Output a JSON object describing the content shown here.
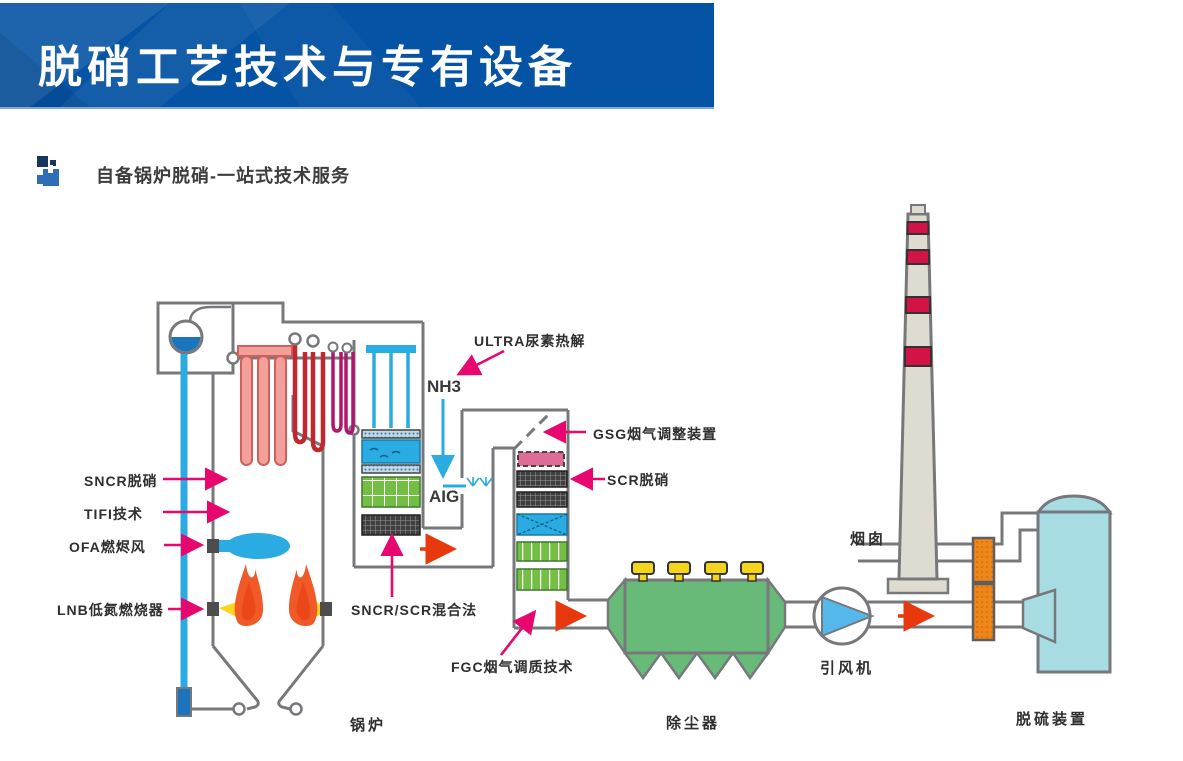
{
  "header": {
    "title": "脱硝工艺技术与专有设备"
  },
  "subtitle": {
    "text": "自备锅炉脱硝-一站式技术服务"
  },
  "labels": {
    "sncr": "SNCR脱硝",
    "tifi": "TIFI技术",
    "ofa": "OFA燃烬风",
    "lnb": "LNB低氮燃烧器",
    "mix": "SNCR/SCR混合法",
    "ultra": "ULTRA尿素热解",
    "nh3": "NH3",
    "aig": "AIG",
    "gsg": "GSG烟气调整装置",
    "scr": "SCR脱硝",
    "fgc": "FGC烟气调质技术",
    "boiler": "锅炉",
    "esp": "除尘器",
    "fan": "引风机",
    "stack": "烟囱",
    "fgd": "脱硫装置"
  },
  "colors": {
    "banner_blue": "#0553a4",
    "pink_arrow": "#e6086e",
    "red_arrow": "#e8380d",
    "pipe_blue": "#2aabe2",
    "drum_blue": "#1b75bc",
    "salmon_tube": "#f2a09a",
    "dark_red_tube": "#c1272d",
    "magenta_tube": "#b0166b",
    "catalyst_green": "#72bf44",
    "esp_green": "#68ba79",
    "insulator_yellow": "#f5d41b",
    "ggh_orange": "#f08519",
    "fgd_cyan": "#a6dce2",
    "stack_beige": "#dedbd0",
    "stack_band_red": "#d31245",
    "outline_grey": "#77787b",
    "flame_orange": "#f05a28",
    "flame_yellow": "#ffd21e"
  }
}
